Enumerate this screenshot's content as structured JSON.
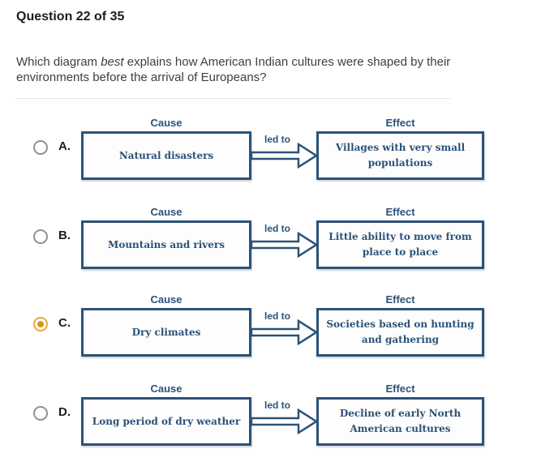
{
  "header": {
    "title": "Question 22 of 35"
  },
  "question": {
    "text_before": "Which diagram ",
    "text_italic": "best",
    "text_after": " explains how American Indian cultures were shaped by their environments before the arrival of Europeans?"
  },
  "diagram_labels": {
    "cause": "Cause",
    "effect": "Effect",
    "arrow": "led to"
  },
  "options": [
    {
      "letter": "A.",
      "cause": "Natural disasters",
      "effect": "Villages with very small populations",
      "selected": false
    },
    {
      "letter": "B.",
      "cause": "Mountains and rivers",
      "effect": "Little ability to move from place to place",
      "selected": false
    },
    {
      "letter": "C.",
      "cause": "Dry climates",
      "effect": "Societies based on hunting and gathering",
      "selected": true
    },
    {
      "letter": "D.",
      "cause": "Long period of dry weather",
      "effect": "Decline of early North American cultures",
      "selected": false
    }
  ],
  "colors": {
    "navy": "#2b5278",
    "selected_ring": "#e6a93f",
    "selected_dot": "#e19312",
    "radio_gray": "#919191"
  }
}
